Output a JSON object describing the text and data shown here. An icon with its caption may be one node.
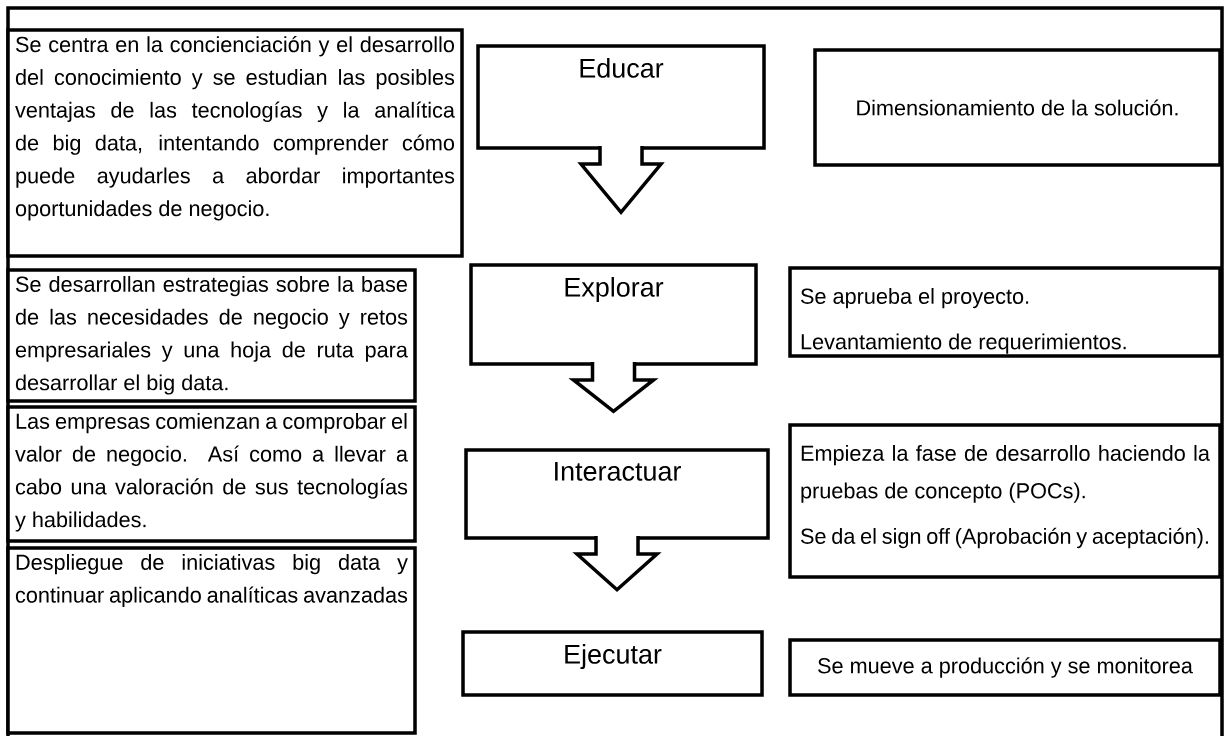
{
  "diagram": {
    "nodes": [
      {
        "text": [
          "Se centra en la concienciación y el desarrollo del conocimiento y  se estudian las posibles ventajas de las tecnologías y la analítica de big data, intentando comprender cómo puede ayudarles a abordar importantes oportunidades de negocio."
        ]
      },
      {
        "text": [
          "Educar"
        ]
      },
      {
        "text": [
          "Dimensionamiento de la solución."
        ]
      },
      {
        "text": [
          "Se desarrollan estrategias sobre la base de las necesidades de negocio y retos empresariales y una hoja de ruta para desarrollar el big data."
        ]
      },
      {
        "text": [
          "Explorar"
        ]
      },
      {
        "text": [
          "Se aprueba el proyecto.",
          "Levantamiento de requerimientos."
        ]
      },
      {
        "text": [
          "Las empresas comienzan a comprobar el valor de negocio. Así como a llevar a cabo una valoración de sus tecnologías y habilidades."
        ]
      },
      {
        "text": [
          "Interactuar"
        ]
      },
      {
        "text": [
          "Empieza la fase de desarrollo haciendo la pruebas de concepto (POCs).",
          "Se da el sign off  (Aprobación y aceptación)."
        ]
      },
      {
        "text": [
          "Despliegue de iniciativas big data y continuar aplicando analíticas avanzadas"
        ]
      },
      {
        "text": [
          "Ejecutar"
        ]
      },
      {
        "text": [
          "Se mueve a producción y se monitorea"
        ]
      }
    ],
    "edges": [
      {
        "from": 1,
        "to": 4,
        "arrow": "to"
      },
      {
        "from": 4,
        "to": 7,
        "arrow": "to"
      },
      {
        "from": 7,
        "to": 10,
        "arrow": "to"
      }
    ]
  }
}
